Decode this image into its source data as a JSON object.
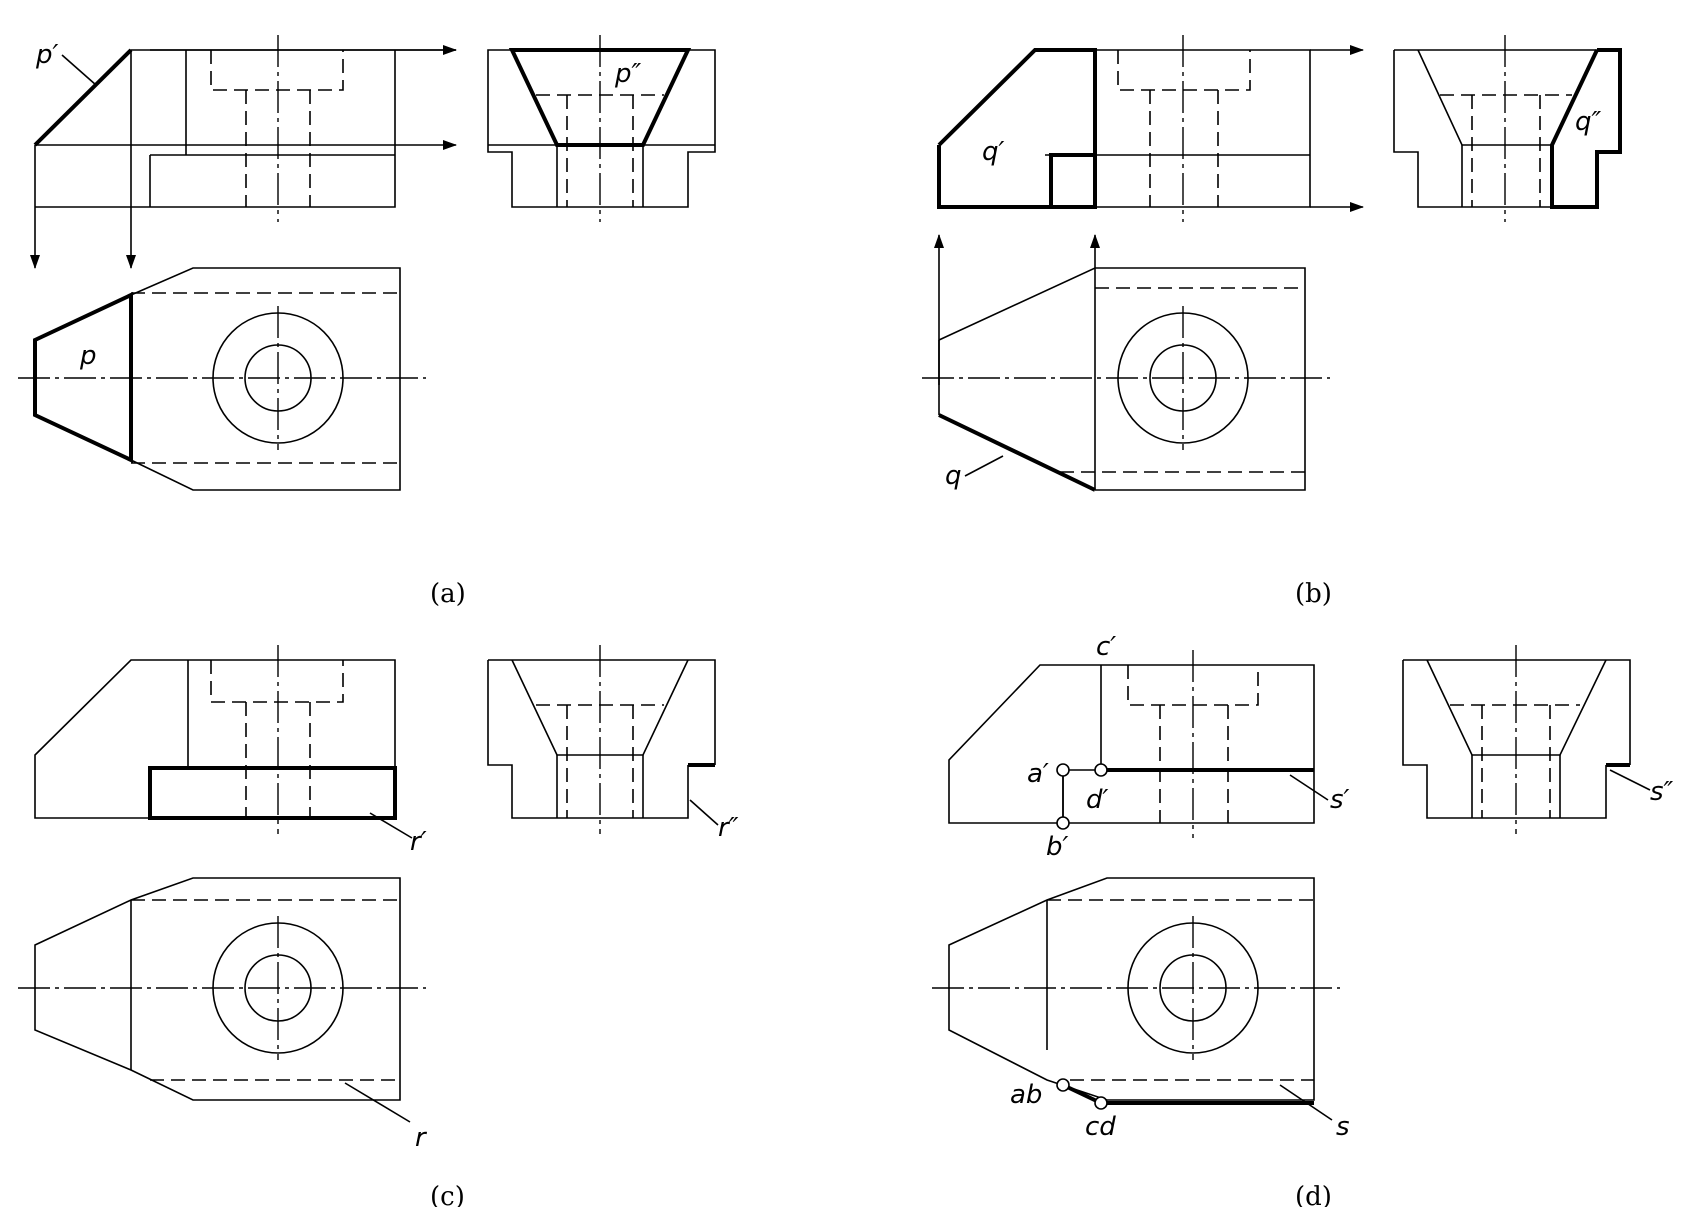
{
  "panels": [
    {
      "caption": "(a)",
      "labels": [
        "p′",
        "p″",
        "p"
      ]
    },
    {
      "caption": "(b)",
      "labels": [
        "q′",
        "q″",
        "q"
      ]
    },
    {
      "caption": "(c)",
      "labels": [
        "r′",
        "r″",
        "r"
      ]
    },
    {
      "caption": "(d)",
      "labels": [
        "c′",
        "a′",
        "d′",
        "b′",
        "s′",
        "s″",
        "ab",
        "cd",
        "s"
      ]
    }
  ]
}
